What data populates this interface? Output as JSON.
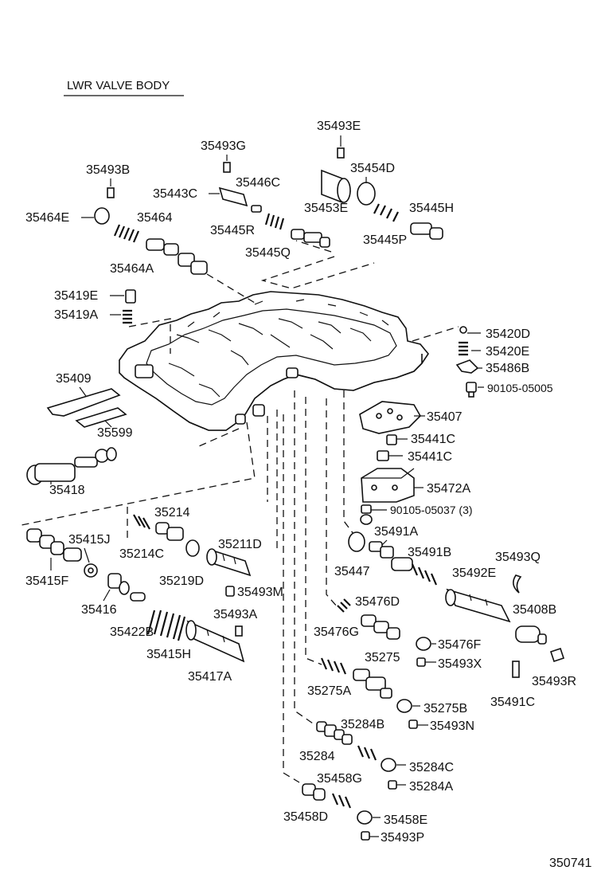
{
  "title": "LWR VALVE BODY",
  "diagram_code": "350741",
  "labels": {
    "p35493E": "35493E",
    "p35493G": "35493G",
    "p35493B": "35493B",
    "p35454D": "35454D",
    "p35443C": "35443C",
    "p35446C": "35446C",
    "p35453E": "35453E",
    "p35464E": "35464E",
    "p35464": "35464",
    "p35445H": "35445H",
    "p35445R": "35445R",
    "p35445P": "35445P",
    "p35445Q": "35445Q",
    "p35464A": "35464A",
    "p35419E": "35419E",
    "p35419A": "35419A",
    "p35420D": "35420D",
    "p35420E": "35420E",
    "p35486B": "35486B",
    "p90105_05005": "90105-05005",
    "p35409": "35409",
    "p35407": "35407",
    "p35599": "35599",
    "p35441C_1": "35441C",
    "p35441C_2": "35441C",
    "p35418": "35418",
    "p35472A": "35472A",
    "p90105_05037": "90105-05037 (3)",
    "p35214": "35214",
    "p35491A": "35491A",
    "p35415J": "35415J",
    "p35214C": "35214C",
    "p35211D": "35211D",
    "p35491B": "35491B",
    "p35493Q": "35493Q",
    "p35415F": "35415F",
    "p35219D": "35219D",
    "p35447": "35447",
    "p35492E": "35492E",
    "p35493M": "35493M",
    "p35476D": "35476D",
    "p35416": "35416",
    "p35493A": "35493A",
    "p35408B": "35408B",
    "p35476G": "35476G",
    "p35422B": "35422B",
    "p35476F": "35476F",
    "p35415H": "35415H",
    "p35275": "35275",
    "p35493X": "35493X",
    "p35417A": "35417A",
    "p35493R": "35493R",
    "p35275A": "35275A",
    "p35491C": "35491C",
    "p35275B": "35275B",
    "p35284B": "35284B",
    "p35493N": "35493N",
    "p35284": "35284",
    "p35284C": "35284C",
    "p35458G": "35458G",
    "p35284A": "35284A",
    "p35458E": "35458E",
    "p35458D": "35458D",
    "p35493P": "35493P"
  },
  "icons": [
    "valve-body-plate",
    "spool-valve",
    "coil-spring",
    "plug",
    "retainer-pin",
    "sleeve",
    "bolt",
    "check-ball",
    "clip"
  ]
}
